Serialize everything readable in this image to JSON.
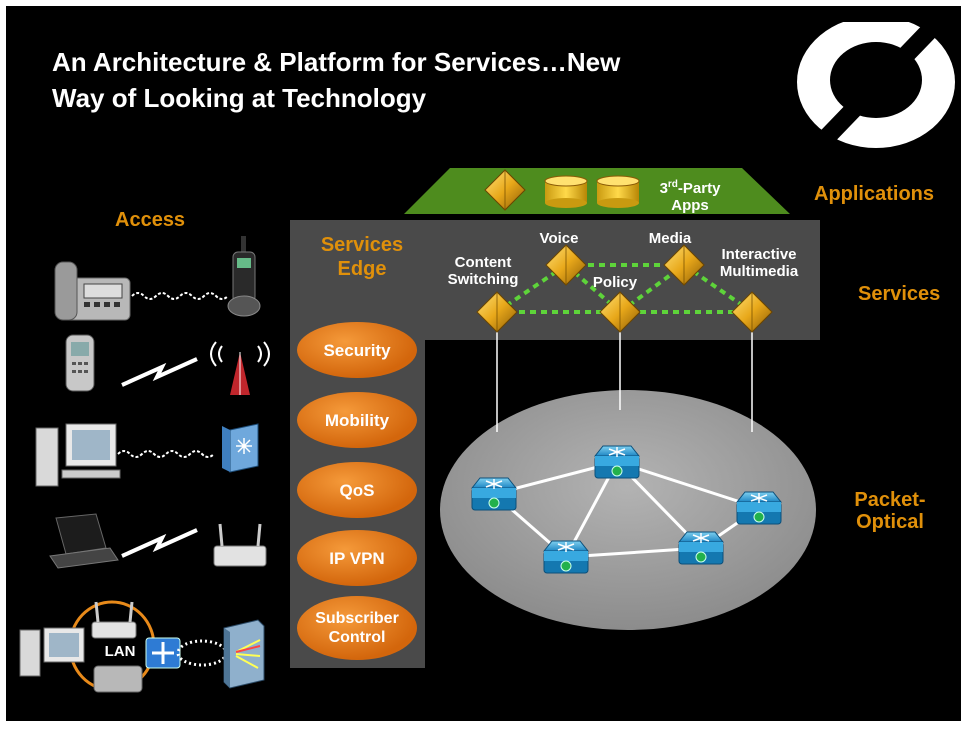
{
  "title": {
    "line1": "An Architecture & Platform for Services…New",
    "line2": "Way of Looking at Technology"
  },
  "layers": {
    "applications": "Applications",
    "services": "Services",
    "packet_optical_1": "Packet-",
    "packet_optical_2": "Optical"
  },
  "access_label": "Access",
  "services_edge": {
    "line1": "Services",
    "line2": "Edge"
  },
  "apps_bar": {
    "party_main": "3",
    "party_sup": "rd",
    "party_rest": "-Party",
    "party_line2": "Apps"
  },
  "service_nodes": {
    "content_1": "Content",
    "content_2": "Switching",
    "voice": "Voice",
    "media": "Media",
    "policy": "Policy",
    "interactive_1": "Interactive",
    "interactive_2": "Multimedia"
  },
  "edge_functions": {
    "security": "Security",
    "mobility": "Mobility",
    "qos": "QoS",
    "ipvpn": "IP VPN",
    "subscriber_1": "Subscriber",
    "subscriber_2": "Control"
  },
  "lan_label": "LAN",
  "colors": {
    "accent": "#e0900a",
    "dotted_link": "#5ed43a",
    "panel": "#4a4a4a",
    "apps_bar": "#4e8c1e"
  }
}
